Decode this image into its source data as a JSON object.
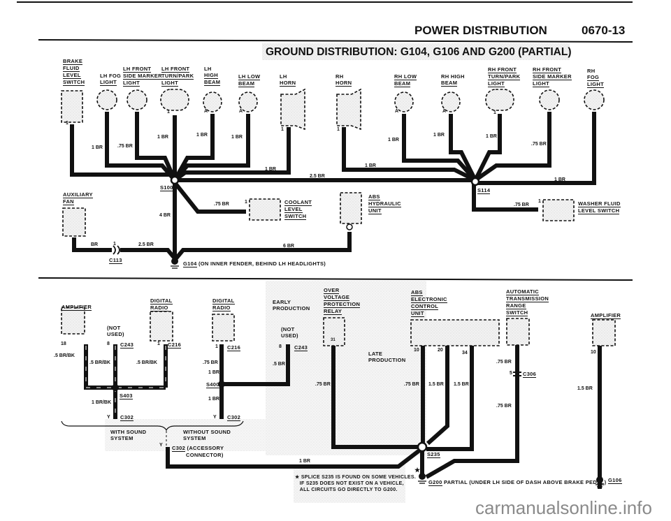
{
  "header": {
    "section_title": "POWER DISTRIBUTION",
    "page_number": "0670-13",
    "diagram_title": "GROUND DISTRIBUTION: G104, G106 AND G200 (PARTIAL)"
  },
  "upper": {
    "components": [
      {
        "id": "brake-fluid-level-switch",
        "lines": [
          "BRAKE",
          "FLUID",
          "LEVEL",
          "SWITCH"
        ],
        "pin": "1"
      },
      {
        "id": "lh-fog-light",
        "lines": [
          "LH FOG",
          "LIGHT"
        ],
        "pin": ""
      },
      {
        "id": "lh-front-side-marker-light",
        "lines": [
          "LH FRONT",
          "SIDE MARKER",
          "LIGHT"
        ],
        "pin": ""
      },
      {
        "id": "lh-front-turn-park-light",
        "lines": [
          "LH FRONT",
          "TURN/PARK",
          "LIGHT"
        ],
        "pin": "1"
      },
      {
        "id": "lh-high-beam",
        "lines": [
          "LH",
          "HIGH",
          "BEAM"
        ],
        "pin": "A"
      },
      {
        "id": "lh-low-beam",
        "lines": [
          "LH LOW",
          "BEAM"
        ],
        "pin": "A"
      },
      {
        "id": "lh-horn",
        "lines": [
          "LH",
          "HORN"
        ],
        "pin": "1"
      },
      {
        "id": "rh-horn",
        "lines": [
          "RH",
          "HORN"
        ],
        "pin": "1"
      },
      {
        "id": "rh-low-beam",
        "lines": [
          "RH LOW",
          "BEAM"
        ],
        "pin": "A"
      },
      {
        "id": "rh-high-beam",
        "lines": [
          "RH HIGH",
          "BEAM"
        ],
        "pin": "A"
      },
      {
        "id": "rh-front-turn-park-light",
        "lines": [
          "RH FRONT",
          "TURN/PARK",
          "LIGHT"
        ],
        "pin": "1"
      },
      {
        "id": "rh-front-side-marker-light",
        "lines": [
          "RH FRONT",
          "SIDE MARKER",
          "LIGHT"
        ],
        "pin": ""
      },
      {
        "id": "rh-fog-light",
        "lines": [
          "RH",
          "FOG",
          "LIGHT"
        ],
        "pin": ""
      },
      {
        "id": "auxiliary-fan",
        "lines": [
          "AUXILIARY",
          "FAN"
        ],
        "pin": ""
      },
      {
        "id": "coolant-level-switch",
        "lines": [
          "COOLANT",
          "LEVEL",
          "SWITCH"
        ],
        "pin": "1"
      },
      {
        "id": "abs-hydraulic-unit",
        "lines": [
          "ABS",
          "HYDRAULIC",
          "UNIT"
        ],
        "pin": ""
      },
      {
        "id": "washer-fluid-level-switch",
        "lines": [
          "WASHER FLUID",
          "LEVEL SWITCH"
        ],
        "pin": "1"
      }
    ],
    "wire_labels": {
      "brake": ".75 BR",
      "lh_fog": "1 BR",
      "lh_side": ".75 BR",
      "lh_turn": "1 BR",
      "lh_high": "1 BR",
      "lh_low": "1 BR",
      "lh_horn": "1 BR",
      "main_trunk": "2.5 BR",
      "rh_horn": "1 BR",
      "rh_low": "1 BR",
      "rh_high": "1 BR",
      "rh_turn": "1 BR",
      "rh_side": ".75 BR",
      "rh_fog": "1 BR",
      "s100_down": "4 BR",
      "coolant": ".75 BR",
      "aux_fan_a": "BR",
      "aux_fan_b": "2.5 BR",
      "abs_hyd": "6 BR",
      "washer": ".75 BR"
    },
    "splices": {
      "s100": "S100",
      "s114": "S114"
    },
    "connectors": {
      "c113": "C113",
      "c113_pin": "1"
    },
    "ground": {
      "id": "G104",
      "desc": "(ON INNER FENDER, BEHIND LH HEADLIGHTS)"
    }
  },
  "lower": {
    "components": {
      "amplifier_left": {
        "lines": [
          "AMPLIFIER"
        ],
        "pin": "18"
      },
      "not_used_1": {
        "lines": [
          "(NOT",
          "USED)"
        ],
        "pin": "8",
        "connector": "C243"
      },
      "digital_radio_1": {
        "lines": [
          "DIGITAL",
          "RADIO"
        ],
        "pin": "1",
        "connector": "C216"
      },
      "digital_radio_2": {
        "lines": [
          "DIGITAL",
          "RADIO"
        ],
        "pin": "1",
        "connector": "C216"
      },
      "early_production": {
        "lines": [
          "EARLY",
          "PRODUCTION"
        ]
      },
      "not_used_2": {
        "lines": [
          "(NOT",
          "USED)"
        ],
        "pin": "8",
        "connector": "C243"
      },
      "over_voltage_relay": {
        "lines": [
          "OVER",
          "VOLTAGE",
          "PROTECTION",
          "RELAY"
        ],
        "pin": "31"
      },
      "late_production": {
        "lines": [
          "LATE",
          "PRODUCTION"
        ]
      },
      "abs_ecu": {
        "lines": [
          "ABS",
          "ELECTRONIC",
          "CONTROL",
          "UNIT"
        ],
        "pins": [
          "10",
          "20",
          "34"
        ]
      },
      "auto_trans_switch": {
        "lines": [
          "AUTOMATIC",
          "TRANSMISSION",
          "RANGE",
          "SWITCH"
        ],
        "pin": "5",
        "connector": "C306"
      },
      "amplifier_right": {
        "lines": [
          "AMPLIFIER"
        ],
        "pin": "10"
      }
    },
    "wire_labels": {
      "amp_left": ".5 BR/BK",
      "not_used_1": ".5 BR/BK",
      "radio_1": ".5 BR/BK",
      "s403_down": "1 BR/BK",
      "radio_2_a": ".75 BR",
      "radio_2_b": "1 BR",
      "s400_down": "1 BR",
      "not_used_2": ".5 BR",
      "relay": ".75 BR",
      "abs_10": ".75 BR",
      "abs_20": "1.5 BR",
      "abs_34": "1.5 BR",
      "trans_a": ".75 BR",
      "trans_b": ".75 BR",
      "amp_right": "1.5 BR",
      "accessory": "1 BR"
    },
    "splices": {
      "s403": "S403",
      "s400": "S400",
      "s235": "S235"
    },
    "connectors": {
      "c302_left": "C302",
      "c302_right": "C302",
      "c302_pin": "Y",
      "c302_acc": "C302",
      "c302_acc_desc": "(ACCESSORY",
      "c302_acc_desc2": "CONNECTOR)"
    },
    "options": {
      "with_sound": [
        "WITH SOUND",
        "SYSTEM"
      ],
      "without_sound": [
        "WITHOUT SOUND",
        "SYSTEM"
      ]
    },
    "note": {
      "marker": "★",
      "lines": [
        "SPLICE S235 IS FOUND ON SOME VEHICLES.",
        "IF S235 DOES NOT EXIST ON A VEHICLE,",
        "ALL CIRCUITS GO DIRECTLY TO G200."
      ]
    },
    "ground_g200": {
      "id": "G200",
      "desc": "PARTIAL (UNDER LH SIDE OF DASH ABOVE BRAKE PEDAL)"
    },
    "ground_g106": {
      "id": "G106"
    }
  },
  "watermark": "carmanualsonline.info"
}
